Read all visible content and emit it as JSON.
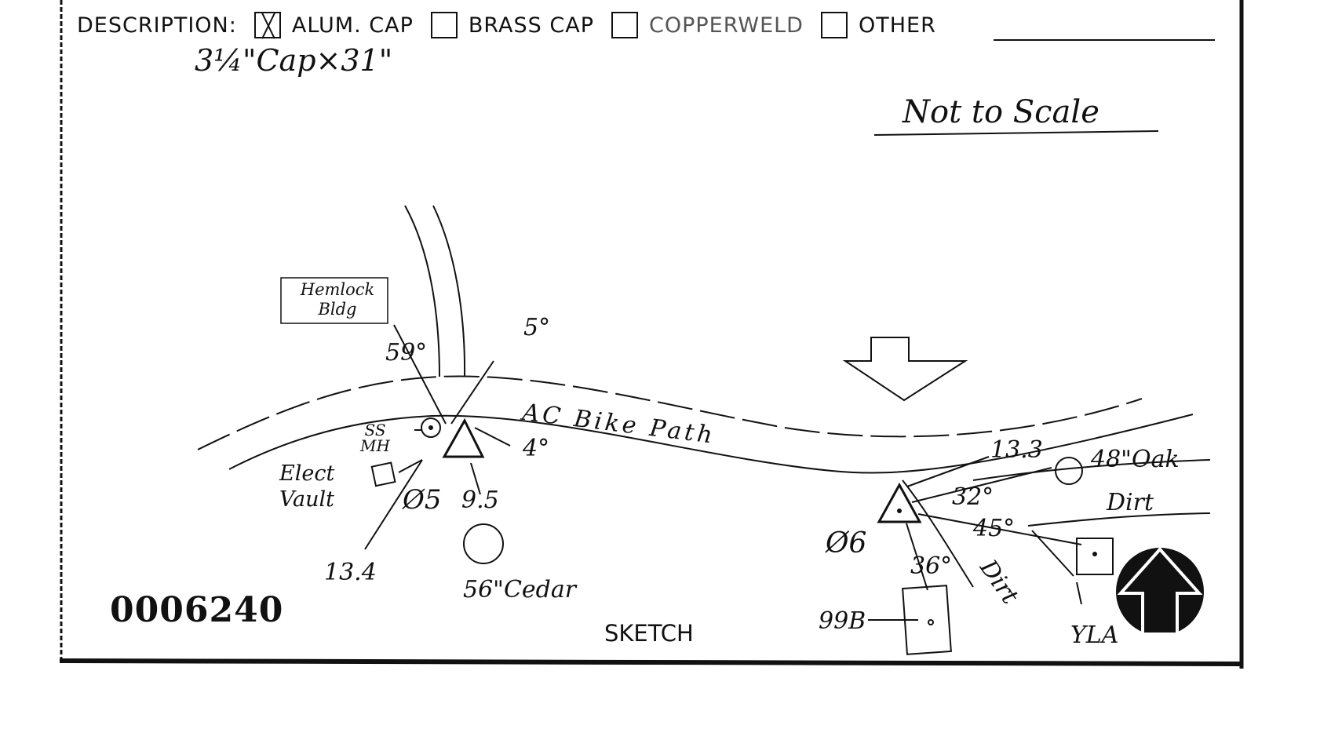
{
  "description": {
    "label": "DESCRIPTION:",
    "options": [
      {
        "label": "ALUM. CAP",
        "checked": true
      },
      {
        "label": "BRASS CAP",
        "checked": false
      },
      {
        "label": "COPPERWELD",
        "checked": false
      },
      {
        "label": "OTHER",
        "checked": false
      }
    ],
    "handwritten_note": "3¼\"Cap×31\""
  },
  "scale_note": "Not to Scale",
  "sketch": {
    "labels": {
      "hemlock_bldg": "Hemlock Bldg",
      "d59": "59°",
      "d5": "5°",
      "path": "AC Bike Path",
      "ss_mh": "SS MH",
      "d4": "4°",
      "elect_vault": "Elect Vault",
      "pt05": "Ø5",
      "d95": "9.5",
      "d134": "13.4",
      "cedar": "56\"Cedar",
      "d133": "13.3",
      "oak": "48\"Oak",
      "d32": "32°",
      "dirt1": "Dirt",
      "d45": "45°",
      "pt06": "Ø6",
      "d36": "36°",
      "dirt2": "Dirt",
      "p99b": "99B",
      "yla": "YLA"
    },
    "footer_label": "SKETCH",
    "control_number": "0006240"
  }
}
